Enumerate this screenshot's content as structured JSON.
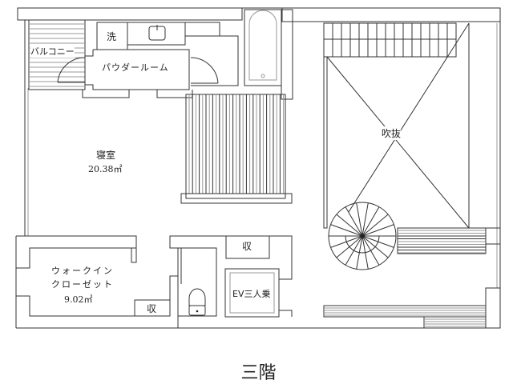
{
  "floor_title": "三階",
  "rooms": {
    "balcony": "バルコニー",
    "wash": "洗",
    "powder_room": "パウダールーム",
    "bedroom": "寝室",
    "bedroom_area": "20.38㎡",
    "void": "吹抜",
    "walk_in_closet_line1": "ウォークイン",
    "walk_in_closet_line2": "クローゼット",
    "walk_in_closet_area": "9.02㎡",
    "storage_1": "収",
    "storage_2": "収",
    "elevator": "EV三人乗"
  }
}
